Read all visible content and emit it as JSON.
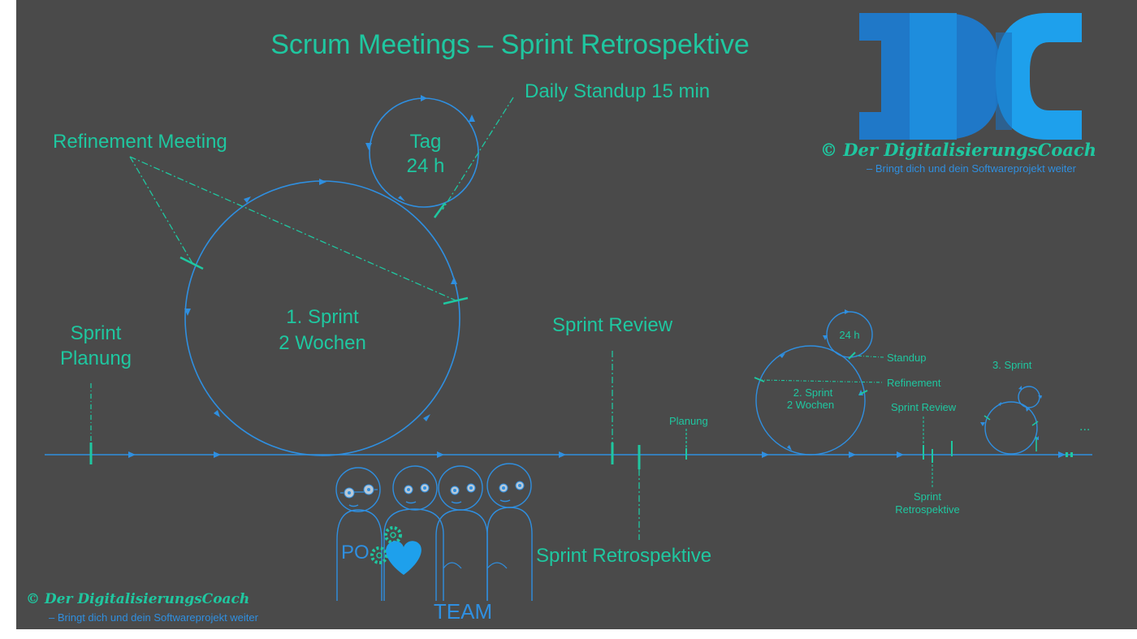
{
  "title": "Scrum Meetings – Sprint Retrospektive",
  "labels": {
    "daily_standup": "Daily Standup 15 min",
    "refinement_meeting": "Refinement Meeting",
    "tag": "Tag",
    "tag_hours": "24 h",
    "sprint1_line1": "1. Sprint",
    "sprint1_line2": "2 Wochen",
    "sprint_planung_line1": "Sprint",
    "sprint_planung_line2": "Planung",
    "sprint_review": "Sprint Review",
    "sprint_retrospektive": "Sprint Retrospektive",
    "small_24h": "24 h",
    "small_standup": "Standup",
    "small_refinement": "Refinement",
    "small_sprint2_line1": "2. Sprint",
    "small_sprint2_line2": "2  Wochen",
    "small_planung": "Planung",
    "small_sprint_review": "Sprint Review",
    "small_retro_line1": "Sprint",
    "small_retro_line2": "Retrospektive",
    "sprint3": "3. Sprint",
    "ellipsis": "...",
    "po": "PO",
    "team": "TEAM"
  },
  "brand": {
    "name": "© Der DigitalisierungsCoach",
    "tagline": "– Bringt dich und dein Softwareprojekt weiter",
    "logo_letters": "DC"
  },
  "colors": {
    "background": "#4a4a4a",
    "accent_green": "#1fc7a0",
    "line_blue": "#2f8fe0",
    "logo_dark": "#1f78c8",
    "logo_light": "#1ea0ec"
  }
}
